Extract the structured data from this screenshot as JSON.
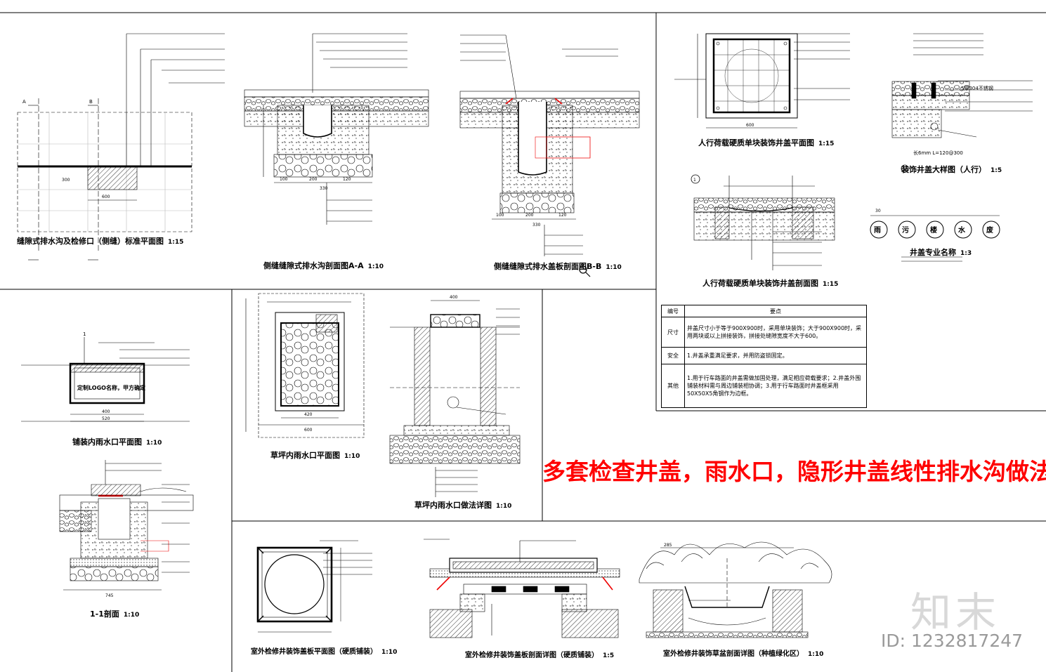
{
  "headline": "多套检查井盖，雨水口，隐形井盖线性排水沟做法",
  "logo_text": "知末",
  "drawing_id": "ID: 1232817247",
  "panels": {
    "plan_drain": {
      "title": "缝隙式排水沟及检修口（侧缝）标准平面图",
      "scale": "1:15",
      "dim_600": "600",
      "dim_300": "300",
      "sec_a": "A",
      "sec_b": "B"
    },
    "section_aa": {
      "title": "侧缝缝隙式排水沟剖面图A-A",
      "scale": "1:10",
      "dims": [
        "100",
        "200",
        "120",
        "330"
      ]
    },
    "section_bb": {
      "title": "侧缝缝隙式排水盖板剖面图B-B",
      "scale": "1:10",
      "dims": [
        "100",
        "200",
        "120",
        "330"
      ]
    },
    "well_plan": {
      "title": "人行荷载硬质单块装饰井盖平面图",
      "scale": "1:15",
      "dim": "600"
    },
    "well_detail": {
      "title": "装饰井盖大样图（人行）",
      "scale": "1:5",
      "bubble": "1",
      "note": "5厚304不锈钢",
      "note2": "长6mm L=120@300"
    },
    "well_section": {
      "title": "人行荷载硬质单块装饰井盖剖面图",
      "scale": "1:15",
      "bubble": "1"
    },
    "cover_names": {
      "title": "井盖专业名称",
      "scale": "1:3",
      "names": [
        "雨",
        "污",
        "楼",
        "水",
        "废"
      ],
      "dim": "30"
    },
    "notes": {
      "header": [
        "编号",
        "要点"
      ],
      "rows": [
        {
          "key": "尺寸",
          "text": "井盖尺寸小于等于900X900时，采用单块装饰；大于900X900时，采用两块或以上拼接装饰，拼接处缝隙宽度不大于600。"
        },
        {
          "key": "安全",
          "text": "1.井盖承重满足要求，并用防盗锁固定。"
        },
        {
          "key": "其他",
          "text": "1.用于行车路面的井盖需做加固处理，满足相应荷载要求；2.井盖外围铺装材料需与周边铺装相协调；3.用于行车路面时井盖框采用50X50X5角钢作为边框。"
        }
      ]
    },
    "paved_inlet_plan": {
      "title": "铺装内雨水口平面图",
      "scale": "1:10",
      "logo_note": "定制LOGO名称，甲方确定",
      "dim_520": "520",
      "dim_400": "400",
      "bubble": "1"
    },
    "section_11": {
      "title": "1-1剖面",
      "scale": "1:10",
      "dim": "745"
    },
    "lawn_inlet_plan": {
      "title": "草坪内雨水口平面图",
      "scale": "1:10",
      "dim_420": "420",
      "dim_600": "600"
    },
    "lawn_inlet_detail": {
      "title": "草坪内雨水口做法详图",
      "scale": "1:10",
      "dim": "400"
    },
    "outdoor_plan": {
      "title": "室外检修井装饰盖板平面图（硬质铺装）",
      "scale": "1:10"
    },
    "outdoor_section": {
      "title": "室外检修井装饰盖板剖面详图（硬质铺装）",
      "scale": "1:5"
    },
    "planter_section": {
      "title": "室外检修井装饰草盆剖面详图（种植绿化区）",
      "scale": "1:10",
      "dim": "285"
    }
  }
}
